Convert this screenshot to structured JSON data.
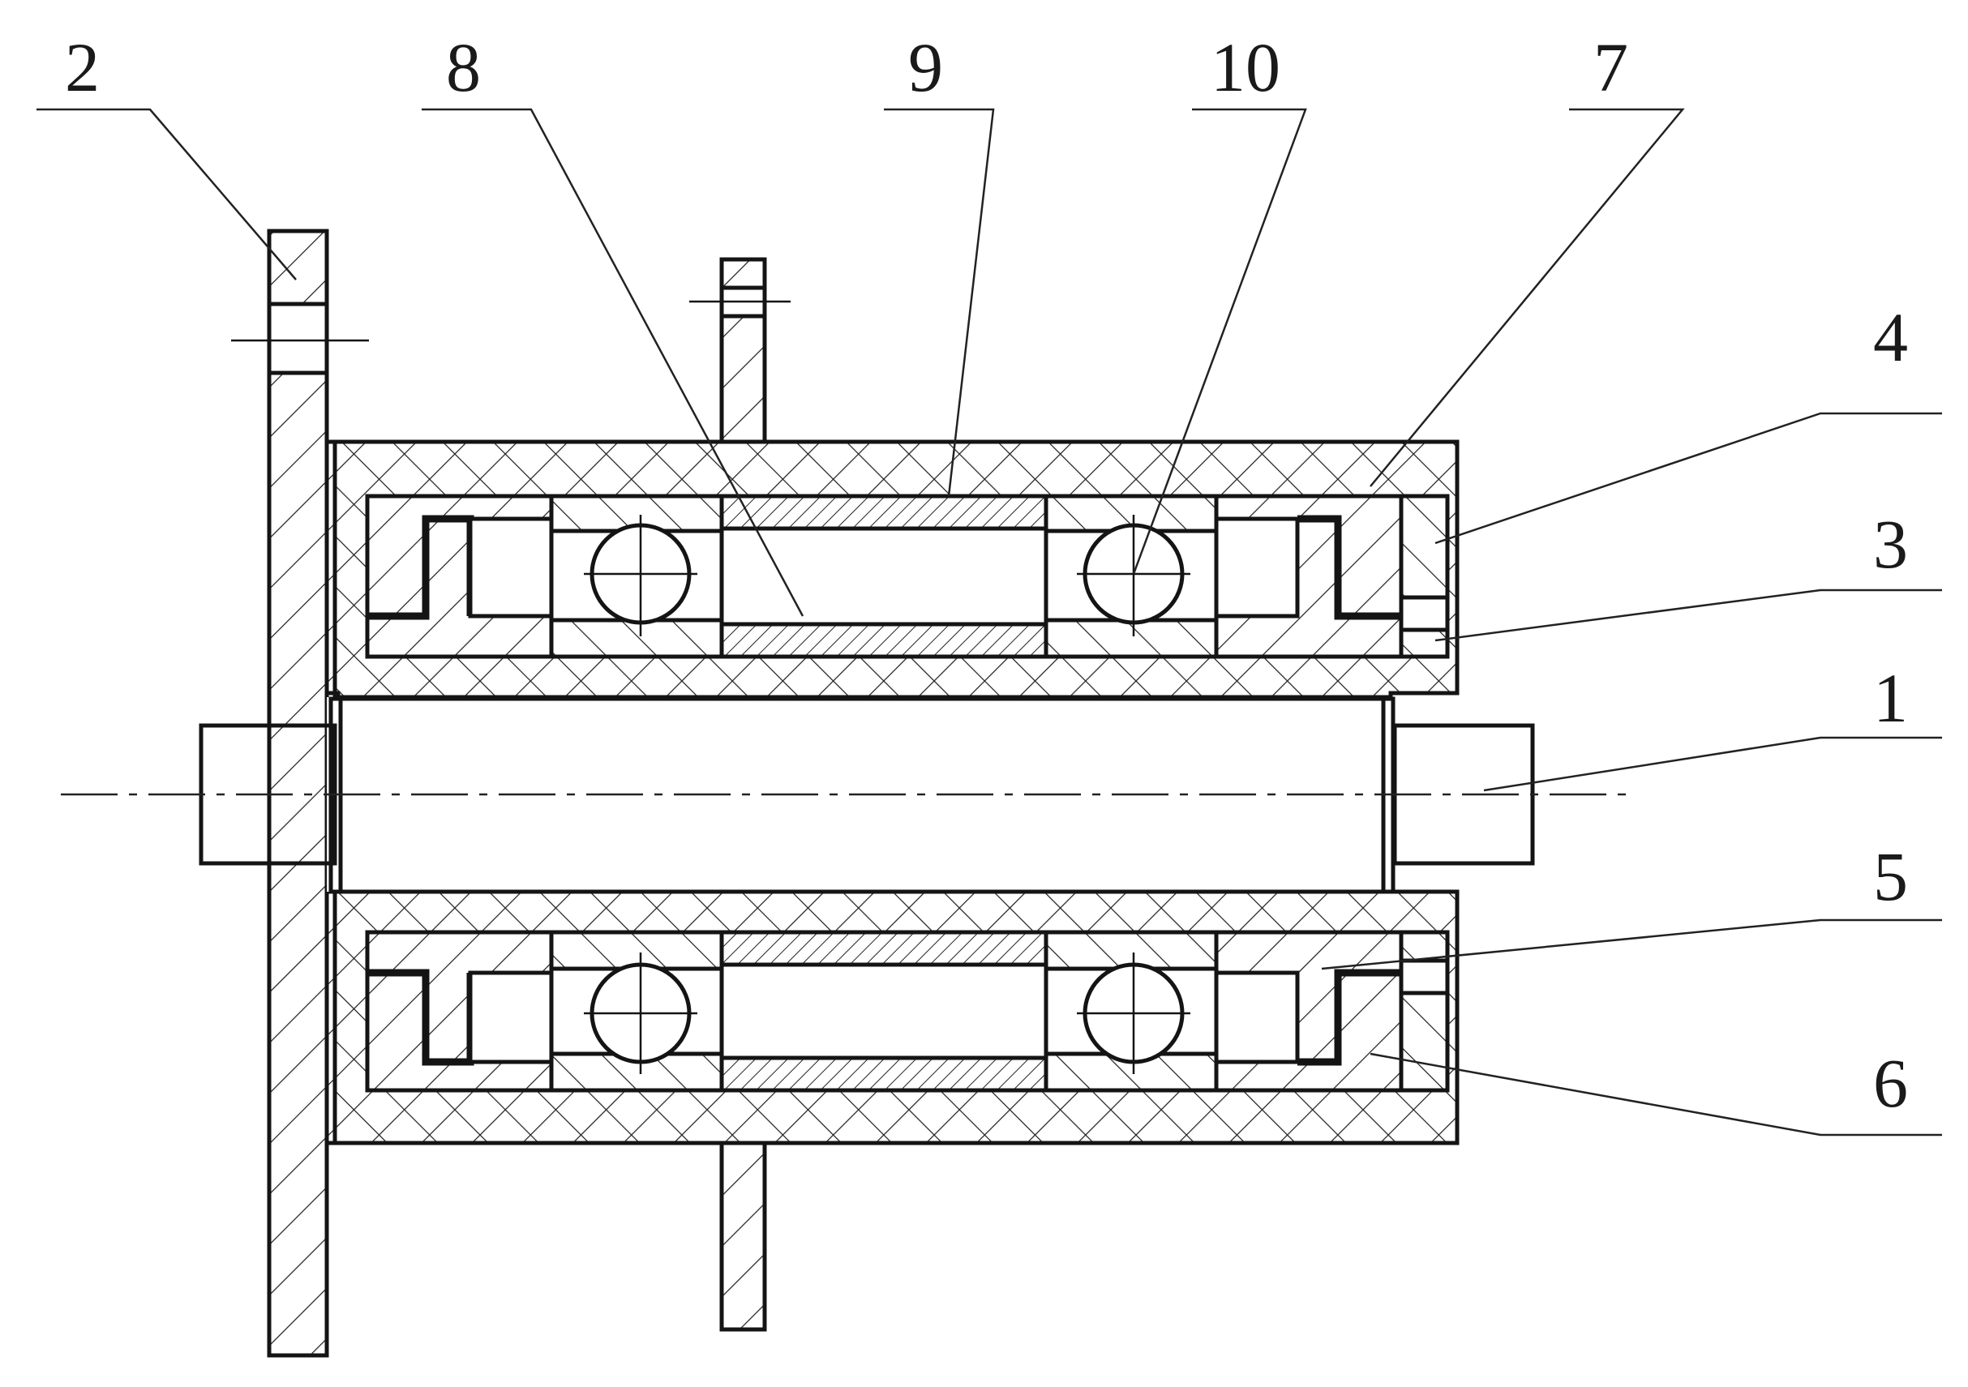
{
  "diagram": {
    "labels": {
      "part_1": "1",
      "part_2": "2",
      "part_3": "3",
      "part_4": "4",
      "part_5": "5",
      "part_6": "6",
      "part_7": "7",
      "part_8": "8",
      "part_9": "9",
      "part_10": "10"
    }
  }
}
